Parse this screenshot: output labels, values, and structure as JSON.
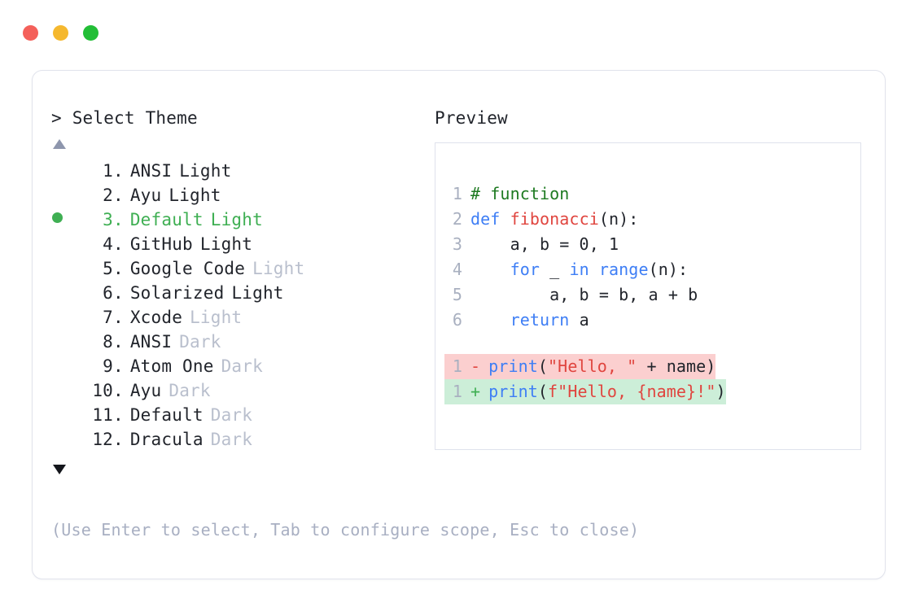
{
  "window": {
    "traffic_lights": [
      {
        "name": "close-button",
        "color": "#f4605a"
      },
      {
        "name": "minimize-button",
        "color": "#f5b82e"
      },
      {
        "name": "maximize-button",
        "color": "#22be36"
      }
    ]
  },
  "selector": {
    "prompt_symbol": ">",
    "prompt_label": "Select Theme",
    "scroll_up_icon": "triangle-up-icon",
    "scroll_down_icon": "triangle-down-icon",
    "selected_index": 3,
    "selected_bullet": "●",
    "dot": ".",
    "items": [
      {
        "index": "1",
        "name": "ANSI",
        "variant": "Light",
        "variant_dim": false,
        "selected": false
      },
      {
        "index": "2",
        "name": "Ayu",
        "variant": "Light",
        "variant_dim": false,
        "selected": false
      },
      {
        "index": "3",
        "name": "Default",
        "variant": "Light",
        "variant_dim": false,
        "selected": true
      },
      {
        "index": "4",
        "name": "GitHub",
        "variant": "Light",
        "variant_dim": false,
        "selected": false
      },
      {
        "index": "5",
        "name": "Google Code",
        "variant": "Light",
        "variant_dim": true,
        "selected": false
      },
      {
        "index": "6",
        "name": "Solarized",
        "variant": "Light",
        "variant_dim": false,
        "selected": false
      },
      {
        "index": "7",
        "name": "Xcode",
        "variant": "Light",
        "variant_dim": true,
        "selected": false
      },
      {
        "index": "8",
        "name": "ANSI",
        "variant": "Dark",
        "variant_dim": true,
        "selected": false
      },
      {
        "index": "9",
        "name": "Atom One",
        "variant": "Dark",
        "variant_dim": true,
        "selected": false
      },
      {
        "index": "10",
        "name": "Ayu",
        "variant": "Dark",
        "variant_dim": true,
        "selected": false
      },
      {
        "index": "11",
        "name": "Default",
        "variant": "Dark",
        "variant_dim": true,
        "selected": false
      },
      {
        "index": "12",
        "name": "Dracula",
        "variant": "Dark",
        "variant_dim": true,
        "selected": false
      }
    ],
    "hint": "(Use Enter to select, Tab to configure scope, Esc to close)"
  },
  "preview": {
    "title": "Preview",
    "code_lines": [
      {
        "no": "1",
        "tokens": [
          {
            "t": "# function",
            "c": "comment"
          }
        ]
      },
      {
        "no": "2",
        "tokens": [
          {
            "t": "def ",
            "c": "kw"
          },
          {
            "t": "fibonacci",
            "c": "fn"
          },
          {
            "t": "(n):",
            "c": "plain"
          }
        ]
      },
      {
        "no": "3",
        "tokens": [
          {
            "t": "    a, b = 0, 1",
            "c": "plain"
          }
        ]
      },
      {
        "no": "4",
        "tokens": [
          {
            "t": "    ",
            "c": "plain"
          },
          {
            "t": "for",
            "c": "kw"
          },
          {
            "t": " _ ",
            "c": "plain"
          },
          {
            "t": "in range",
            "c": "kw"
          },
          {
            "t": "(n):",
            "c": "plain"
          }
        ]
      },
      {
        "no": "5",
        "tokens": [
          {
            "t": "        a, b = b, a + b",
            "c": "plain"
          }
        ]
      },
      {
        "no": "6",
        "tokens": [
          {
            "t": "    ",
            "c": "plain"
          },
          {
            "t": "return",
            "c": "kw"
          },
          {
            "t": " a",
            "c": "plain"
          }
        ]
      }
    ],
    "diff_lines": [
      {
        "no": "1",
        "sign": "-",
        "kind": "del",
        "tokens": [
          {
            "t": "print",
            "c": "kw"
          },
          {
            "t": "(",
            "c": "plain"
          },
          {
            "t": "\"Hello, \"",
            "c": "str"
          },
          {
            "t": " + name)",
            "c": "plain"
          }
        ]
      },
      {
        "no": "1",
        "sign": "+",
        "kind": "add",
        "tokens": [
          {
            "t": "print",
            "c": "kw"
          },
          {
            "t": "(",
            "c": "plain"
          },
          {
            "t": "f\"Hello, ",
            "c": "str"
          },
          {
            "t": "{name}",
            "c": "str"
          },
          {
            "t": "!\"",
            "c": "str"
          },
          {
            "t": ")",
            "c": "plain"
          }
        ]
      }
    ]
  }
}
